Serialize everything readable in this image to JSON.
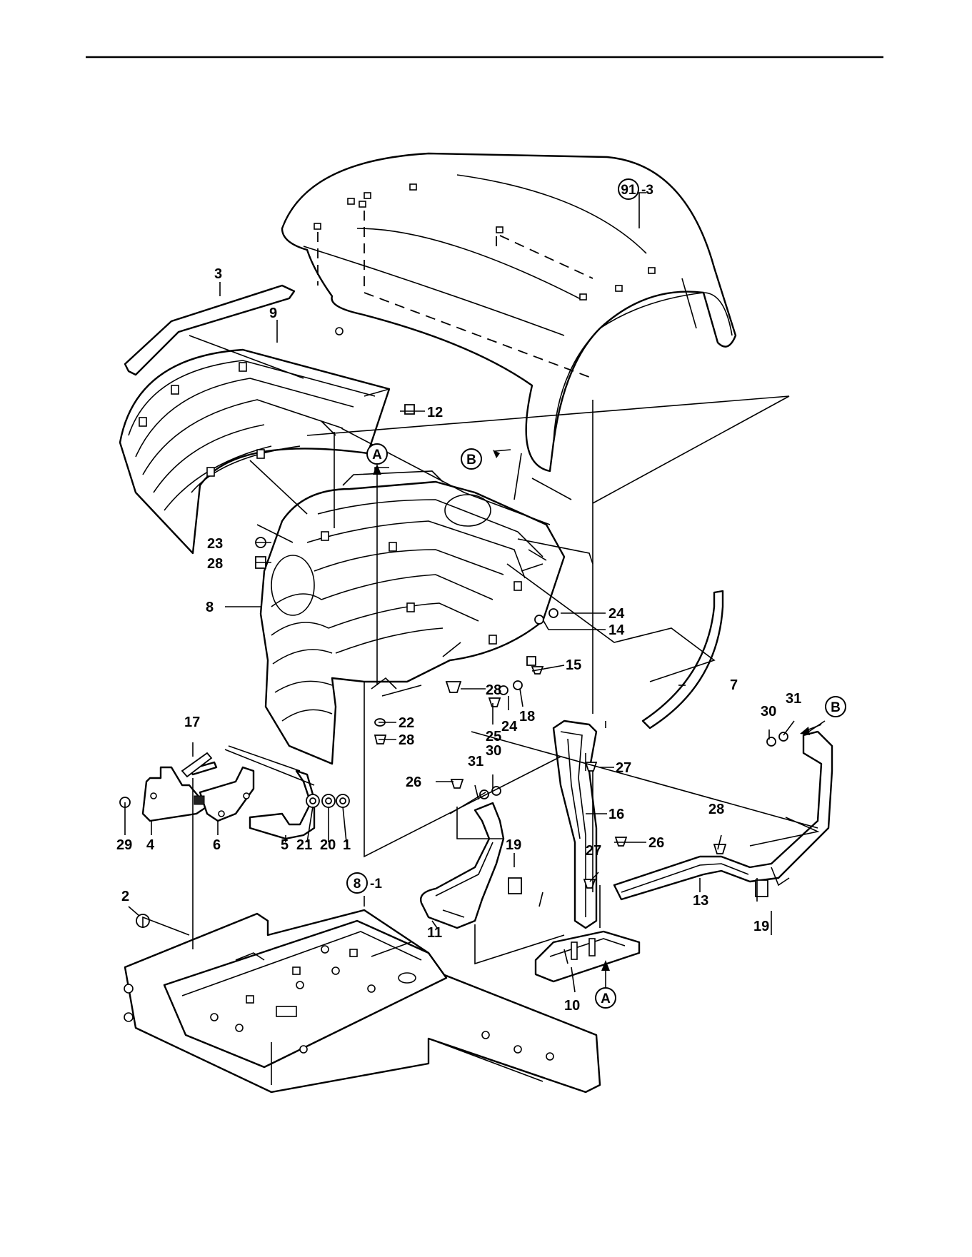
{
  "callouts": {
    "c91_3": {
      "num": "91",
      "suffix": "-3"
    },
    "c8_1": {
      "num": "8",
      "suffix": "-1"
    },
    "cA_top": "A",
    "cA_bottom": "A",
    "cB_top": "B",
    "cB_right": "B"
  },
  "parts": [
    {
      "id": "p1",
      "label": "1"
    },
    {
      "id": "p2",
      "label": "2"
    },
    {
      "id": "p3",
      "label": "3"
    },
    {
      "id": "p4",
      "label": "4"
    },
    {
      "id": "p5",
      "label": "5"
    },
    {
      "id": "p6",
      "label": "6"
    },
    {
      "id": "p7",
      "label": "7"
    },
    {
      "id": "p8",
      "label": "8"
    },
    {
      "id": "p9",
      "label": "9"
    },
    {
      "id": "p10",
      "label": "10"
    },
    {
      "id": "p11",
      "label": "11"
    },
    {
      "id": "p12",
      "label": "12"
    },
    {
      "id": "p13",
      "label": "13"
    },
    {
      "id": "p14",
      "label": "14"
    },
    {
      "id": "p15",
      "label": "15"
    },
    {
      "id": "p16",
      "label": "16"
    },
    {
      "id": "p17",
      "label": "17"
    },
    {
      "id": "p18",
      "label": "18"
    },
    {
      "id": "p19a",
      "label": "19"
    },
    {
      "id": "p19b",
      "label": "19"
    },
    {
      "id": "p20",
      "label": "20"
    },
    {
      "id": "p21",
      "label": "21"
    },
    {
      "id": "p22",
      "label": "22"
    },
    {
      "id": "p23",
      "label": "23"
    },
    {
      "id": "p24a",
      "label": "24"
    },
    {
      "id": "p24b",
      "label": "24"
    },
    {
      "id": "p25",
      "label": "25"
    },
    {
      "id": "p26a",
      "label": "26"
    },
    {
      "id": "p26b",
      "label": "26"
    },
    {
      "id": "p27a",
      "label": "27"
    },
    {
      "id": "p27b",
      "label": "27"
    },
    {
      "id": "p28a",
      "label": "28"
    },
    {
      "id": "p28b",
      "label": "28"
    },
    {
      "id": "p28c",
      "label": "28"
    },
    {
      "id": "p28d",
      "label": "28"
    },
    {
      "id": "p29",
      "label": "29"
    },
    {
      "id": "p30a",
      "label": "30"
    },
    {
      "id": "p30b",
      "label": "30"
    },
    {
      "id": "p31a",
      "label": "31"
    },
    {
      "id": "p31b",
      "label": "31"
    }
  ]
}
